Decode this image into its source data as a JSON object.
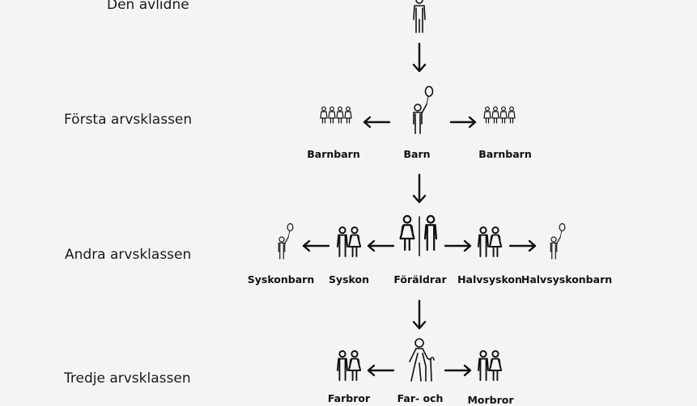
{
  "classes": {
    "deceased": "Den avlidne",
    "first": "Första arvsklassen",
    "second": "Andra arvsklassen",
    "third": "Tredje arvsklassen"
  },
  "nodes": {
    "barnbarn_left": "Barnbarn",
    "barn": "Barn",
    "barnbarn_right": "Barnbarn",
    "syskonbarn": "Syskonbarn",
    "syskon": "Syskon",
    "foraldrar": "Föräldrar",
    "halvsyskon": "Halvsyskon",
    "halvsyskonbarn": "Halvsyskonbarn",
    "farbror": "Farbror",
    "farochmor": "Far- och",
    "morbror": "Morbror"
  },
  "icons": {
    "deceased": "person-icon",
    "child": "child-with-balloon-icon",
    "grandchildren": "group-of-four-icon",
    "parents": "woman-and-man-icon",
    "siblings": "couple-icon",
    "grandparents": "elderly-with-cane-icon"
  }
}
